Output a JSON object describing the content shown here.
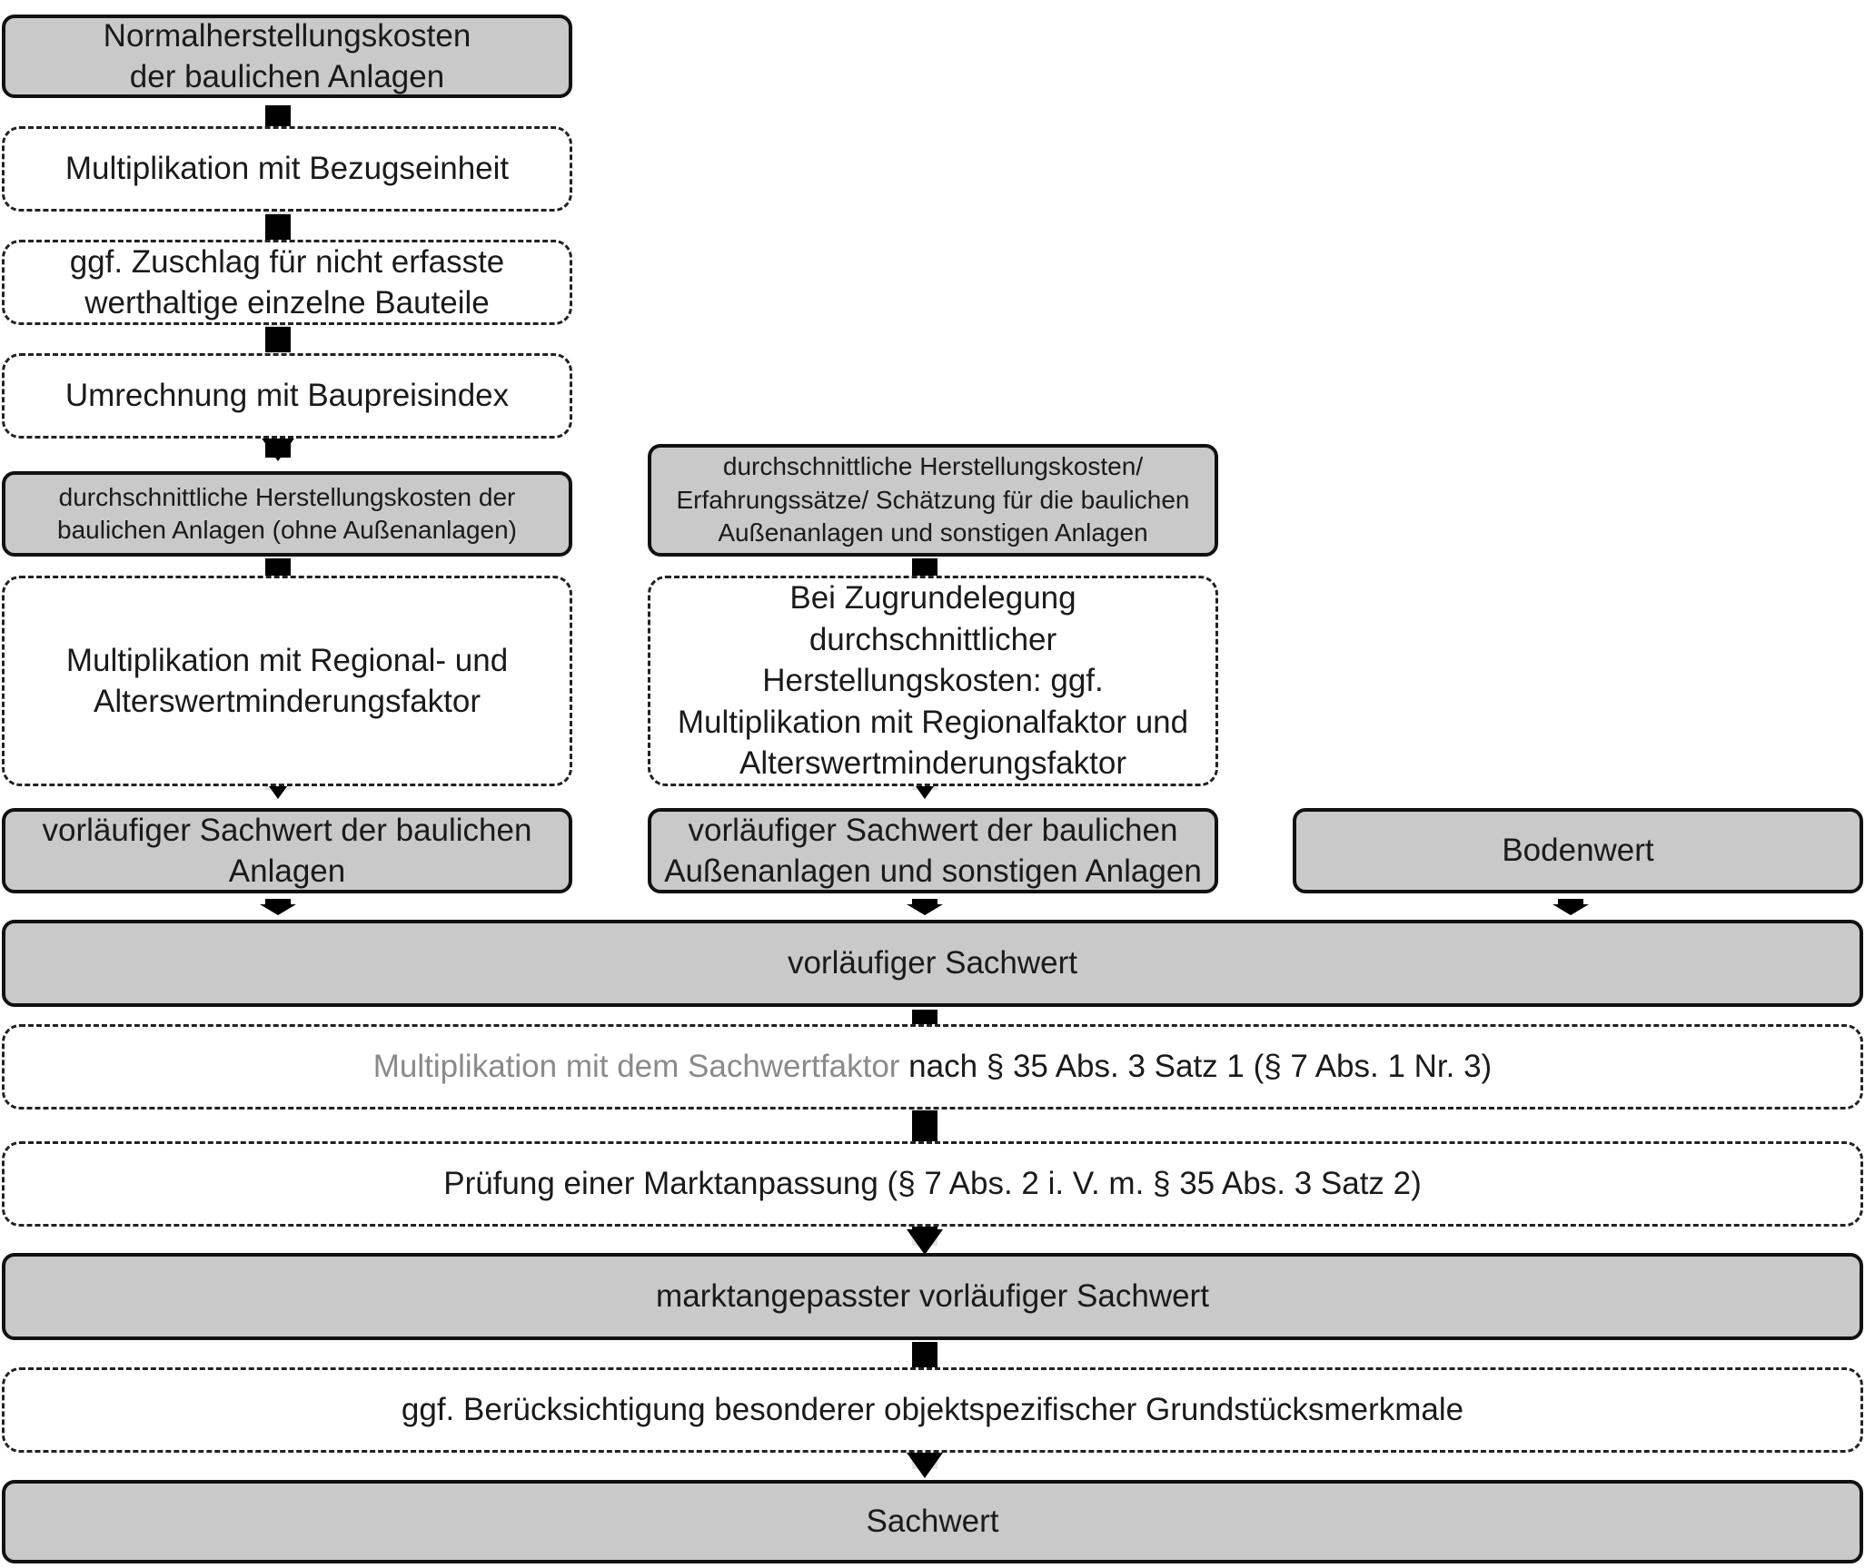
{
  "flowchart": {
    "left_column": {
      "normal_costs": "Normalherstellungskosten\nder baulichen Anlagen",
      "multiply_reference_unit": "Multiplikation mit Bezugseinheit",
      "surcharge_components": "ggf.  Zuschlag für nicht erfasste\nwerthaltige einzelne Bauteile",
      "construction_price_index": "Umrechnung mit Baupreisindex",
      "average_costs_buildings": "durchschnittliche Herstellungskosten der\nbaulichen Anlagen (ohne Außenanlagen)",
      "regional_age_factor": "Multiplikation mit Regional- und\nAlterswertminderungsfaktor",
      "preliminary_value_buildings": "vorläufiger Sachwert der baulichen\nAnlagen"
    },
    "middle_column": {
      "average_costs_outdoor": "durchschnittliche Herstellungskosten/\nErfahrungssätze/ Schätzung für die baulichen\nAußenanlagen und sonstigen Anlagen",
      "conditional_multiplication": "Bei Zugrundelegung\ndurchschnittlicher\nHerstellungskosten: ggf.\nMultiplikation mit Regionalfaktor und\nAlterswertminderungsfaktor",
      "preliminary_value_outdoor": "vorläufiger Sachwert der baulichen\nAußenanlagen und sonstigen Anlagen"
    },
    "right_column": {
      "land_value": "Bodenwert"
    },
    "main_chain": {
      "preliminary_value": "vorläufiger Sachwert",
      "market_factor_gray": "Multiplikation mit dem Sachwertfaktor",
      "market_factor_rest": " nach § 35 Abs. 3 Satz 1 (§ 7 Abs. 1 Nr. 3)",
      "market_adjustment_check": "Prüfung einer Marktanpassung  (§ 7 Abs. 2 i. V. m. § 35 Abs. 3 Satz 2)",
      "market_adjusted_value": "marktangepasster vorläufiger Sachwert",
      "special_features": "ggf. Berücksichtigung besonderer objektspezifischer Grundstücksmerkmale",
      "final_value": "Sachwert"
    }
  },
  "colors": {
    "solid_box_fill": "#c9c9c9",
    "border": "#111111",
    "arrow": "#000000",
    "arrow_shaft": "#e3e3e3",
    "muted_text": "#8a8a8a"
  }
}
